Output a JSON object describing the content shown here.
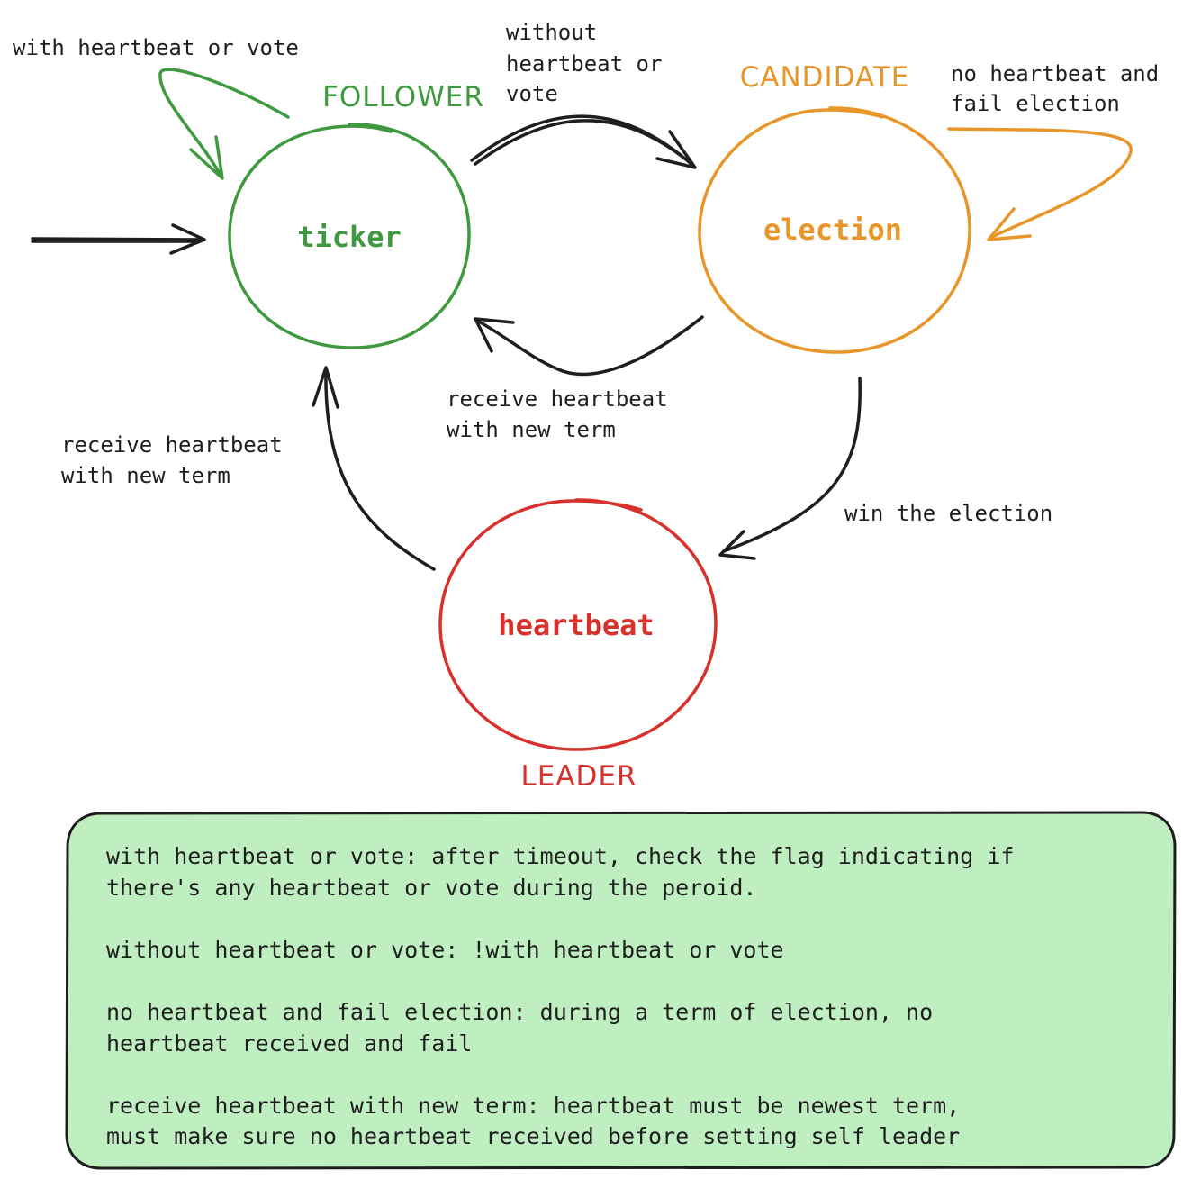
{
  "colors": {
    "follower": "#3f9a3f",
    "candidate": "#e8962a",
    "leader": "#d8302b",
    "ink": "#1e1e1e",
    "note_fill": "#bfefc1"
  },
  "states": {
    "follower": {
      "role": "FOLLOWER",
      "name": "ticker"
    },
    "candidate": {
      "role": "CANDIDATE",
      "name": "election"
    },
    "leader": {
      "role": "LEADER",
      "name": "heartbeat"
    }
  },
  "transitions": {
    "follower_self": [
      "with heartbeat or vote"
    ],
    "follower_to_candidate": [
      "without",
      "heartbeat or",
      "vote"
    ],
    "candidate_self": [
      "no heartbeat and",
      "fail election"
    ],
    "candidate_to_follower": [
      "receive heartbeat",
      "with new term"
    ],
    "candidate_to_leader": [
      "win the election"
    ],
    "leader_to_follower": [
      "receive heartbeat",
      "with new term"
    ]
  },
  "notes": [
    "with heartbeat or vote: after timeout, check the flag indicating if",
    "there's any heartbeat or vote during the peroid.",
    "",
    "without heartbeat or vote: !with heartbeat or vote",
    "",
    "no heartbeat and fail election: during a term of election, no",
    "heartbeat received and fail",
    "",
    "receive heartbeat with new term: heartbeat must be newest term,",
    "must make sure no heartbeat received before setting self leader"
  ]
}
